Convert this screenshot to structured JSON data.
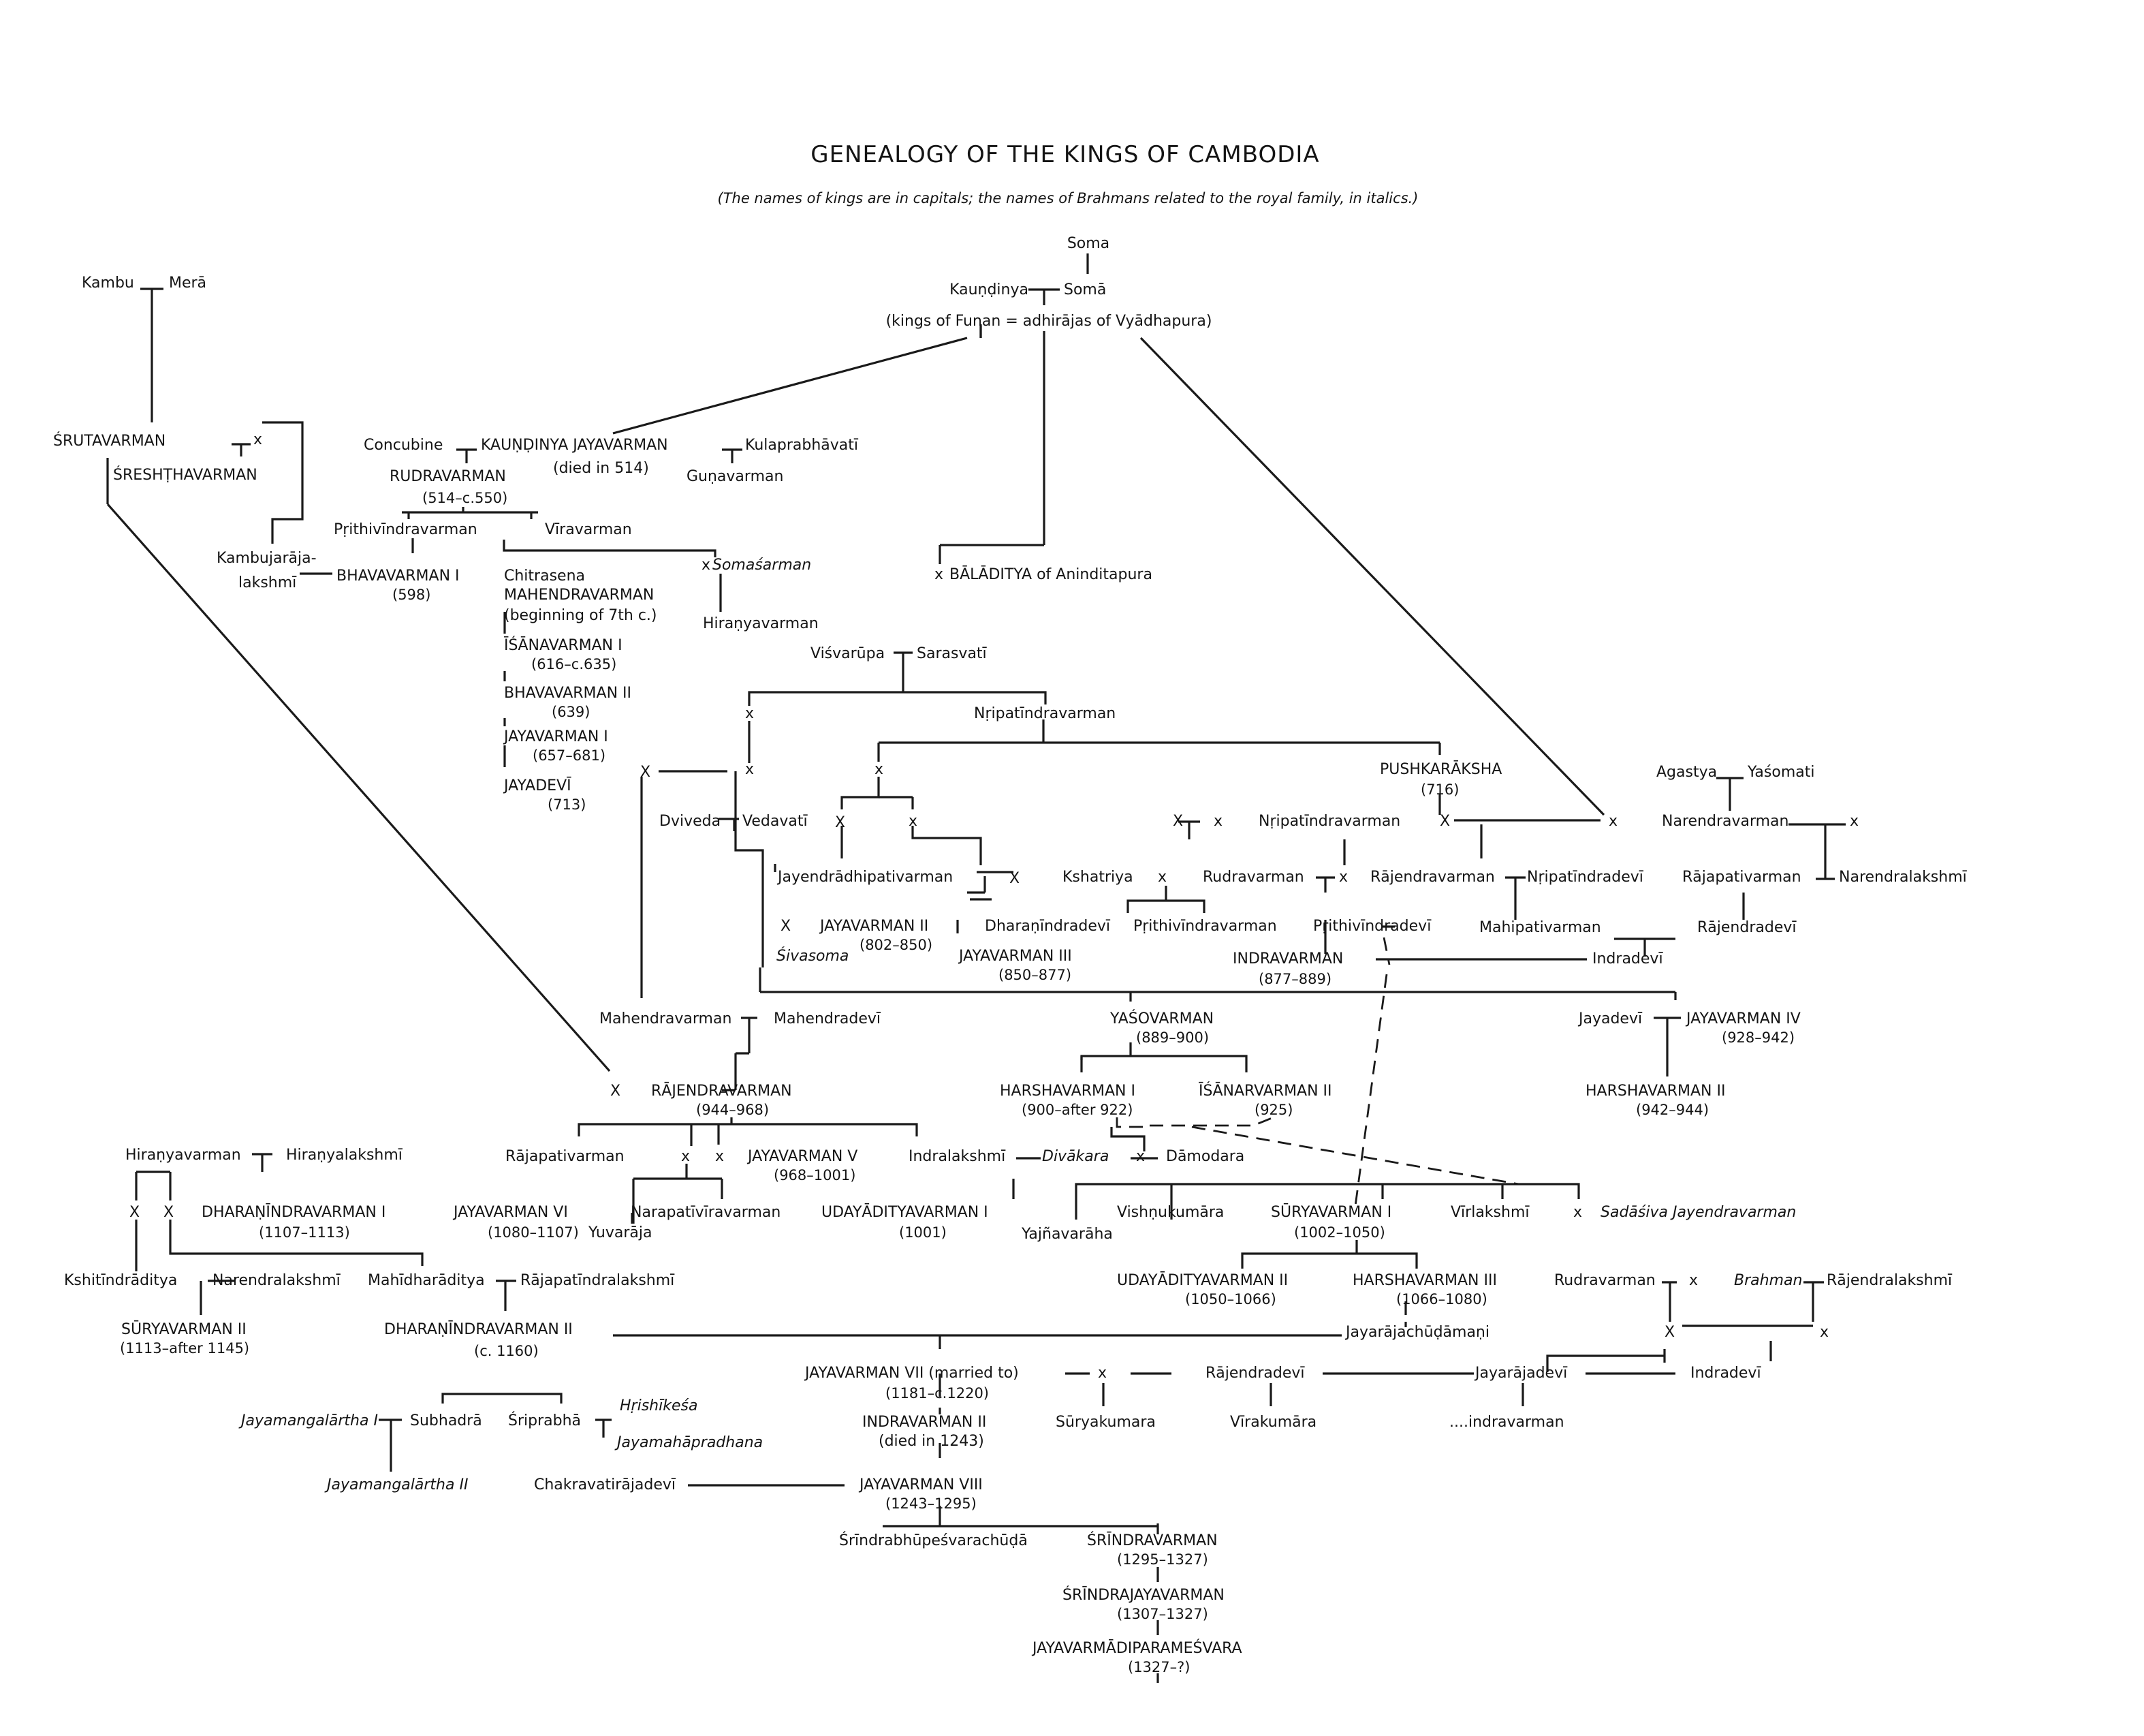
{
  "title": "GENEALOGY OF THE KINGS OF CAMBODIA",
  "subtitle": "(The names of kings are in capitals; the names of Brahmans related to the royal family, in italics.)",
  "people": {
    "soma_top": "Soma",
    "kaundinya": "Kauṇḍinya",
    "soma": "Somā",
    "funan": "(kings of Funan = adhirājas of Vyādhapura)",
    "kambu": "Kambu",
    "mera": "Merā",
    "srutavarman": "ŚRUTAVARMAN",
    "x_sruta": "x",
    "sreshthavarman": "ŚRESHṬHAVARMAN",
    "concubine": "Concubine",
    "kaundinya_jaya": "KAUṆḌINYA JAYAVARMAN",
    "kaundinya_jaya_note": "(died in 514)",
    "kulaprabhavati": "Kulaprabhāvatī",
    "gunavarman": "Guṇavarman",
    "rudravarman_1": "RUDRAVARMAN",
    "rudravarman_1_dates": "(514–c.550)",
    "prithivindravarman_1": "Pṛithivīndravarman",
    "viravarman": "Vīravarman",
    "kambujaraja_1": "Kambujarāja-",
    "kambujaraja_2": "lakshmī",
    "bhavavarman_1": "BHAVAVARMAN I",
    "bhavavarman_1_dates": "(598)",
    "chitrasena": "Chitrasena",
    "mahendravarman_1": "MAHENDRAVARMAN",
    "mahendravarman_1_note": "(beginning of 7th c.)",
    "x_somasarman": "x",
    "somasarman": "Somaśarman",
    "hiranyavarman_1": "Hiraṇyavarman",
    "isanavarman_1": "ĪŚĀNAVARMAN I",
    "isanavarman_1_dates": "(616–c.635)",
    "bhavavarman_2": "BHAVAVARMAN II",
    "bhavavarman_2_dates": "(639)",
    "jayavarman_1": "JAYAVARMAN I",
    "jayavarman_1_dates": "(657–681)",
    "jayadevi_1": "JAYADEVĪ",
    "jayadevi_1_dates": "(713)",
    "x_baladitya": "x",
    "baladitya": "BĀLĀDITYA of Aninditapura",
    "visvarupa": "Viśvarūpa",
    "sarasvati": "Sarasvatī",
    "x_a": "x",
    "nripatindravarman_1": "Nṛipatīndravarman",
    "x_b": "x",
    "x_c": "x",
    "pushkaraksha": "PUSHKARĀKSHA",
    "pushkaraksha_dates": "(716)",
    "big_x_1": "X",
    "dviveda": "Dviveda",
    "vedavati": "Vedavatī",
    "x_d": "X",
    "x_e": "x",
    "jayendradhipati": "Jayendrādhipativarman",
    "x_f": "X",
    "x_g": "X",
    "sivasoma": "Śivasoma",
    "jayavarman_2": "JAYAVARMAN II",
    "jayavarman_2_dates": "(802–850)",
    "dharanindradevi": "Dharaṇīndradevī",
    "jayavarman_3": "JAYAVARMAN III",
    "jayavarman_3_dates": "(850–877)",
    "x_h": "X",
    "x_i": "x",
    "kshatriya": "Kshatriya",
    "x_j": "x",
    "rudravarman_2": "Rudravarman",
    "nripatindravarman_2": "Nṛipatīndravarman",
    "x_k": "x",
    "prithivindravarman_2": "Pṛithivīndravarman",
    "prithivindradevi": "Pṛithivīndradevī",
    "indravarman": "INDRAVARMAN",
    "indravarman_dates": "(877–889)",
    "x_l": "X",
    "rajendravarman_1": "Rājendravarman",
    "nripatindradevi": "Nṛipatīndradevī",
    "mahipativarman": "Mahipativarman",
    "x_m": "x",
    "agastya": "Agastya",
    "yasomati": "Yaśomati",
    "narendravarman": "Narendravarman",
    "x_n": "x",
    "rajapativarman_1": "Rājapativarman",
    "narendralakshmi_1": "Narendralakshmī",
    "rajendradevi_1": "Rājendradevī",
    "indradevi_1": "Indradevī",
    "mahendravarman_2": "Mahendravarman",
    "mahendradevi": "Mahendradevī",
    "yasovarman": "YAŚOVARMAN",
    "yasovarman_dates": "(889–900)",
    "jayadevi_2": "Jayadevī",
    "jayavarman_4": "JAYAVARMAN IV",
    "jayavarman_4_dates": "(928–942)",
    "big_x_2": "X",
    "rajendravarman_2": "RĀJENDRAVARMAN",
    "rajendravarman_2_dates": "(944–968)",
    "harshavarman_1": "HARSHAVARMAN I",
    "harshavarman_1_dates": "(900–after 922)",
    "isanavarman_2": "ĪŚĀNARVARMAN II",
    "isanavarman_2_dates": "(925)",
    "harshavarman_2": "HARSHAVARMAN II",
    "harshavarman_2_dates": "(942–944)",
    "hiranyavarman_2": "Hiraṇyavarman",
    "hiranyalakshmi": "Hiraṇyalakshmī",
    "rajapativarman_2": "Rājapativarman",
    "x_o": "x",
    "x_p": "x",
    "jayavarman_5": "JAYAVARMAN V",
    "jayavarman_5_dates": "(968–1001)",
    "indralakshmi": "Indralakshmī",
    "divakara": "Divākara",
    "x_q": "x",
    "damodara": "Dāmodara",
    "x_r": "X",
    "x_s": "X",
    "dharanindravarman_1": "DHARAṆĪNDRAVARMAN I",
    "dharanindravarman_1_dates": "(1107–1113)",
    "jayavarman_6": "JAYAVARMAN VI",
    "jayavarman_6_dates": "(1080–1107)",
    "yuvaraja": "Yuvarāja",
    "narapativiravarman": "Narapatīvīravarman",
    "udayaditya_1": "UDAYĀDITYAVARMAN I",
    "udayaditya_1_dates": "(1001)",
    "yajnavaraha": "Yajñavarāha",
    "vishnukumara": "Vishṇukumāra",
    "suryavarman_1": "SŪRYAVARMAN I",
    "suryavarman_1_dates": "(1002–1050)",
    "virlakshmi": "Vīrlakshmī",
    "x_t": "x",
    "sadasiva": "Sadāśiva Jayendravarman",
    "kshitindraditya": "Kshitīndrāditya",
    "narendralakshmi_2": "Narendralakshmī",
    "mahidharaditya": "Mahīdharāditya",
    "rajapatindralakshmi": "Rājapatīndralakshmī",
    "udayaditya_2": "UDAYĀDITYAVARMAN II",
    "udayaditya_2_dates": "(1050–1066)",
    "harshavarman_3": "HARSHAVARMAN III",
    "harshavarman_3_dates": "(1066–1080)",
    "rudravarman_3": "Rudravarman",
    "x_u": "x",
    "brahman": "Brahman",
    "rajendralakshmi": "Rājendralakshmī",
    "suryavarman_2": "SŪRYAVARMAN II",
    "suryavarman_2_dates": "(1113–after 1145)",
    "dharanindravarman_2": "DHARAṆĪNDRAVARMAN II",
    "dharanindravarman_2_dates": "(c. 1160)",
    "jayarajachudamani": "Jayarājachūḍāmaṇi",
    "x_v": "X",
    "x_w": "x",
    "jayavarman_7": "JAYAVARMAN VII (married to)",
    "jayavarman_7_dates": "(1181–c.1220)",
    "x_x": "x",
    "rajendradevi_2": "Rājendradevī",
    "jayarajadevi": "Jayarājadevī",
    "indradevi_2": "Indradevī",
    "jayamangalartha_1": "Jayamangalārtha I",
    "subhadra": "Subhadrā",
    "sriprabha": "Śriprabhā",
    "hrishikesa": "Hṛishīkeśa",
    "jayamahapradhana": "Jayamahāpradhana",
    "indravarman_2": "INDRAVARMAN II",
    "indravarman_2_note": "(died in 1243)",
    "suryakumara": "Sūryakumara",
    "virakumara": "Vīrakumāra",
    "indravarman_dots": "....indravarman",
    "jayamangalartha_2": "Jayamangalārtha II",
    "chakravatirajadevi": "Chakravatirājadevī",
    "jayavarman_8": "JAYAVARMAN VIII",
    "jayavarman_8_dates": "(1243–1295)",
    "srindrabhupesvara": "Śrīndrabhūpeśvarachūḍā",
    "srindravarman": "ŚRĪNDRAVARMAN",
    "srindravarman_dates": "(1295–1327)",
    "srindrajayavarman": "ŚRĪNDRAJAYAVARMAN",
    "srindrajayavarman_dates": "(1307–1327)",
    "jayavarmadiparamesvara": "JAYAVARMĀDIPARAMEŚVARA",
    "jayavarmadiparamesvara_dates": "(1327–?)"
  }
}
